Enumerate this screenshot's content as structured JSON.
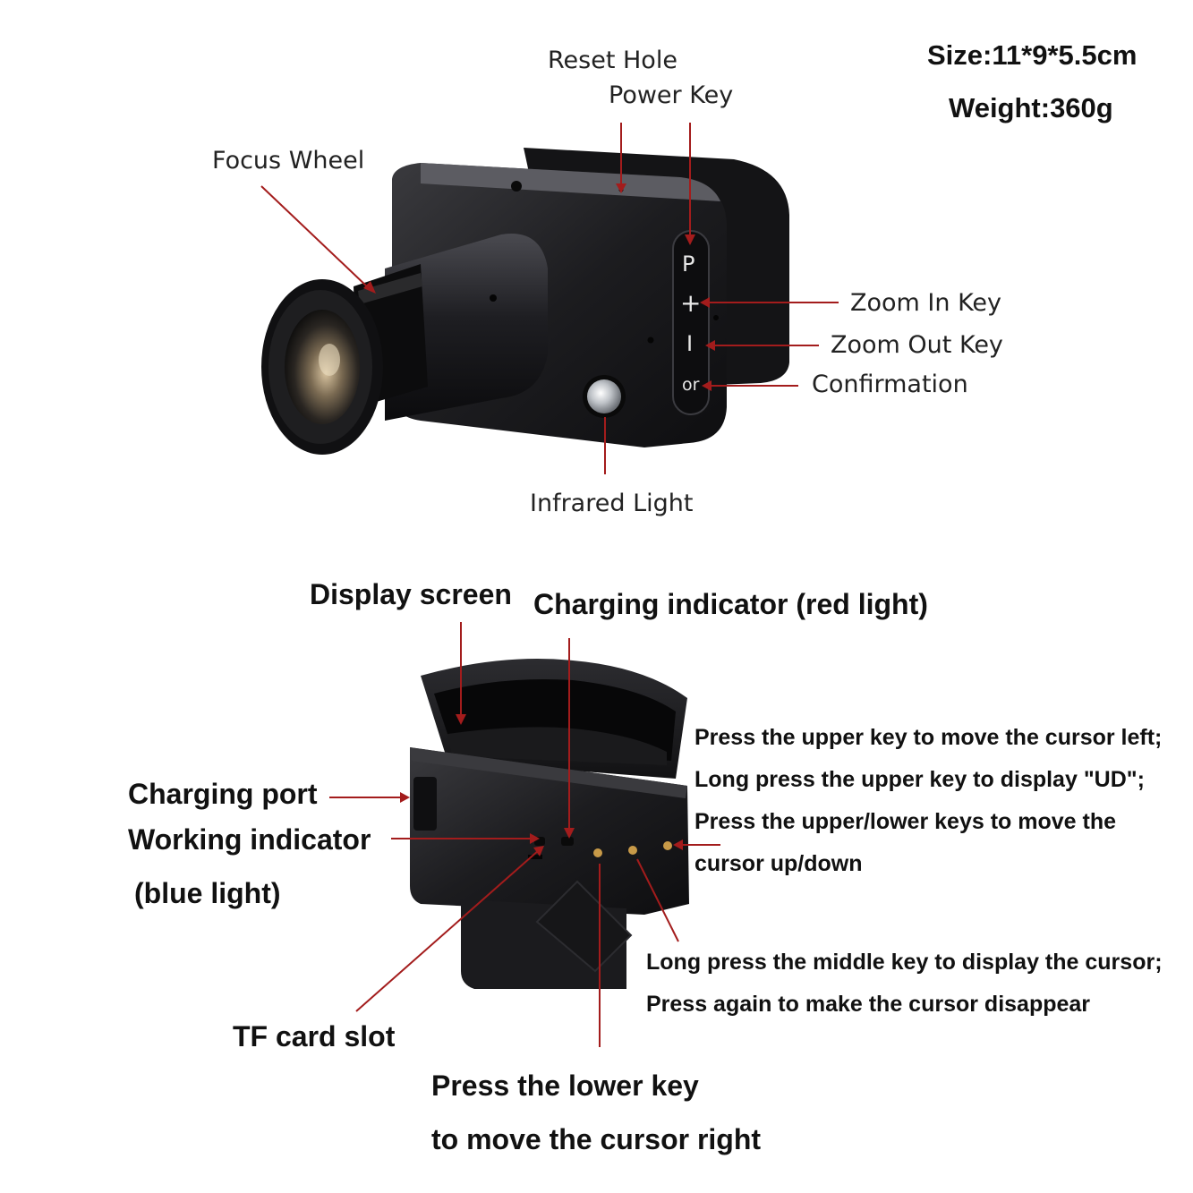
{
  "specs": {
    "size": "Size:11*9*5.5cm",
    "weight": "Weight:360g"
  },
  "top_labels": {
    "reset_hole": "Reset Hole",
    "power_key": "Power Key",
    "focus_wheel": "Focus Wheel",
    "zoom_in_key": "Zoom In Key",
    "zoom_out_key": "Zoom Out Key",
    "confirmation": "Confirmation",
    "infrared_light": "Infrared Light"
  },
  "device_keys": {
    "p": "P",
    "plus": "+",
    "minus": "I",
    "ok": "or"
  },
  "bottom_labels": {
    "display_screen": "Display screen",
    "charging_indicator": "Charging indicator (red light)",
    "charging_port": "Charging port",
    "working_indicator": "Working indicator",
    "working_indicator_sub": "(blue light)",
    "tf_card_slot": "TF card slot",
    "lower_key_line1": "Press the lower key",
    "lower_key_line2": "to move the cursor right",
    "upper_key_lines": [
      "Press the upper key to move the cursor left;",
      "Long press the upper key to display \"UD\";",
      "Press the upper/lower keys to move the",
      "cursor up/down"
    ],
    "middle_key_lines": [
      "Long press the middle key to display the cursor;",
      "Press again to make the cursor disappear"
    ]
  },
  "colors": {
    "leader": "#a31c1c",
    "body": "#1b1b1d",
    "highlight": "#4a4a4e"
  }
}
